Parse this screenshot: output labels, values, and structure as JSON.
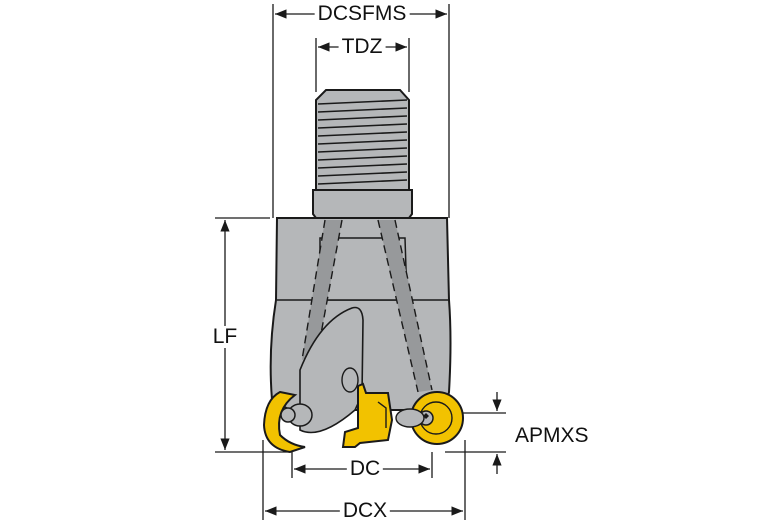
{
  "title": "Milling cutter dimension drawing",
  "dimensions": {
    "dcsfms": "DCSFMS",
    "tdz": "TDZ",
    "lf": "LF",
    "apmxs": "APMXS",
    "dc": "DC",
    "dcx": "DCX"
  },
  "colors": {
    "body": "#b5b7b9",
    "body_dark": "#97999b",
    "insert": "#f2c200",
    "line": "#1a1a1a"
  }
}
